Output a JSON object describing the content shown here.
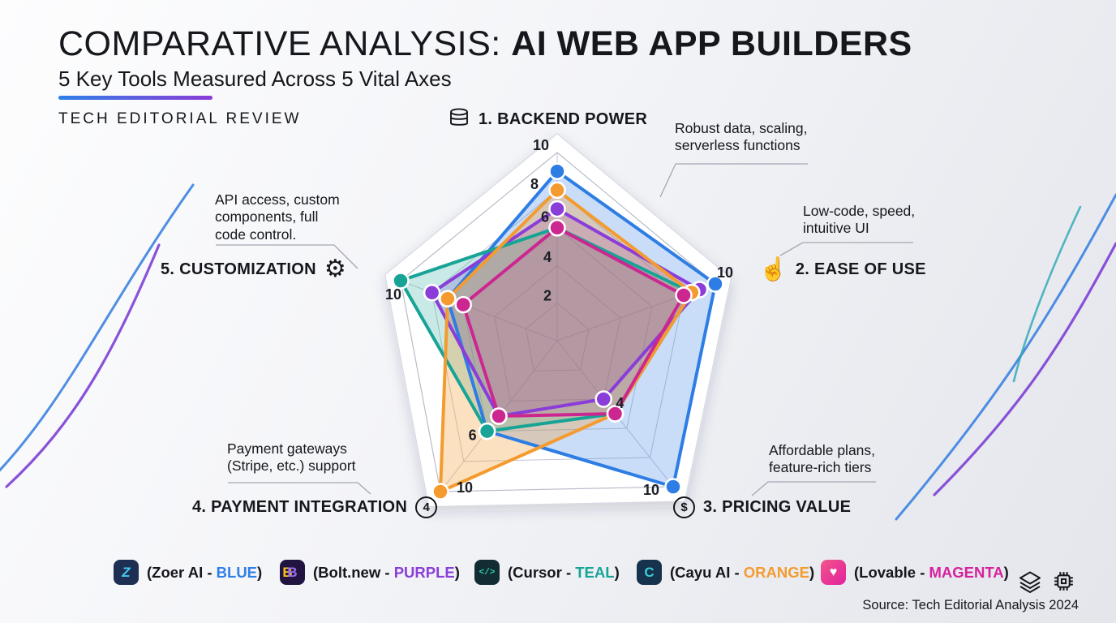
{
  "header": {
    "title_regular": "COMPARATIVE ANALYSIS: ",
    "title_bold": "AI WEB APP BUILDERS",
    "subtitle": "5 Key Tools Measured Across 5 Vital Axes",
    "review_label": "TECH EDITORIAL REVIEW"
  },
  "chart_data": {
    "type": "radar",
    "max": 10,
    "rings": [
      2,
      4,
      6,
      8,
      10
    ],
    "categories": [
      "Backend Power",
      "Ease of Use",
      "Pricing Value",
      "Payment Integration",
      "Customization"
    ],
    "series": [
      {
        "name": "Zoer AI",
        "color": "#2d7de4",
        "values": [
          9,
          10,
          10,
          6,
          7
        ]
      },
      {
        "name": "Bolt.new",
        "color": "#8a3dd8",
        "values": [
          7,
          9,
          4,
          5,
          8
        ]
      },
      {
        "name": "Cursor",
        "color": "#17a496",
        "values": [
          6,
          8.5,
          5,
          6,
          10
        ]
      },
      {
        "name": "Cayu AI",
        "color": "#f49b30",
        "values": [
          8,
          8.5,
          5,
          10,
          7
        ]
      },
      {
        "name": "Lovable",
        "color": "#cc2791",
        "values": [
          6,
          8,
          5,
          5,
          6
        ]
      }
    ],
    "value_labels": [
      {
        "axis": 0,
        "value": 10
      },
      {
        "axis": 0,
        "value": 8
      },
      {
        "axis": 0,
        "value": 6
      },
      {
        "axis": 0,
        "value": 4
      },
      {
        "axis": 0,
        "value": 2
      },
      {
        "axis": 1,
        "value": 10
      },
      {
        "axis": 2,
        "value": 10
      },
      {
        "axis": 2,
        "value": 4
      },
      {
        "axis": 3,
        "value": 10
      },
      {
        "axis": 3,
        "value": 6
      },
      {
        "axis": 4,
        "value": 10
      }
    ],
    "grid": true,
    "legend_position": "bottom"
  },
  "axis_labels": [
    {
      "title": "1. BACKEND POWER",
      "icon": "database-icon",
      "annotation_lines": [
        "Robust data, scaling,",
        "serverless functions"
      ]
    },
    {
      "title": "2. EASE OF USE",
      "icon": "tap-icon",
      "annotation_lines": [
        "Low-code, speed,",
        "intuitive UI"
      ]
    },
    {
      "title": "3. PRICING VALUE",
      "icon": "dollar-icon",
      "annotation_lines": [
        "Affordable plans,",
        "feature-rich tiers"
      ]
    },
    {
      "title": "4. PAYMENT INTEGRATION",
      "icon": "circled-4-icon",
      "annotation_lines": [
        "Payment gateways",
        "(Stripe, etc.) support"
      ]
    },
    {
      "title": "5. CUSTOMIZATION",
      "icon": "gear-icon",
      "annotation_lines": [
        "API access, custom",
        "components, full",
        "code control."
      ]
    }
  ],
  "icons": {
    "dollar_symbol": "$",
    "circled_number": "4",
    "gear_glyph": "⚙",
    "tap_glyph": "☝"
  },
  "legend": {
    "items": [
      {
        "prefix": "(Zoer AI - ",
        "color_word": "BLUE",
        "suffix": ")",
        "color": "#2f7fe8",
        "icon": "zoer-icon",
        "glyph": "Z"
      },
      {
        "prefix": "(Bolt.new - ",
        "color_word": "PURPLE",
        "suffix": ")",
        "color": "#8a3dd8",
        "icon": "bolt-icon",
        "glyph": "B"
      },
      {
        "prefix": "(Cursor - ",
        "color_word": "TEAL",
        "suffix": ")",
        "color": "#17a496",
        "icon": "cursor-icon",
        "glyph": "</>"
      },
      {
        "prefix": "(Cayu AI - ",
        "color_word": "ORANGE",
        "suffix": ")",
        "color": "#f49b30",
        "icon": "cayu-icon",
        "glyph": "C"
      },
      {
        "prefix": "(Lovable - ",
        "color_word": "MAGENTA",
        "suffix": ")",
        "color": "#d6219c",
        "icon": "lovable-icon",
        "glyph": "♥"
      }
    ]
  },
  "source": "Source: Tech Editorial Analysis 2024"
}
